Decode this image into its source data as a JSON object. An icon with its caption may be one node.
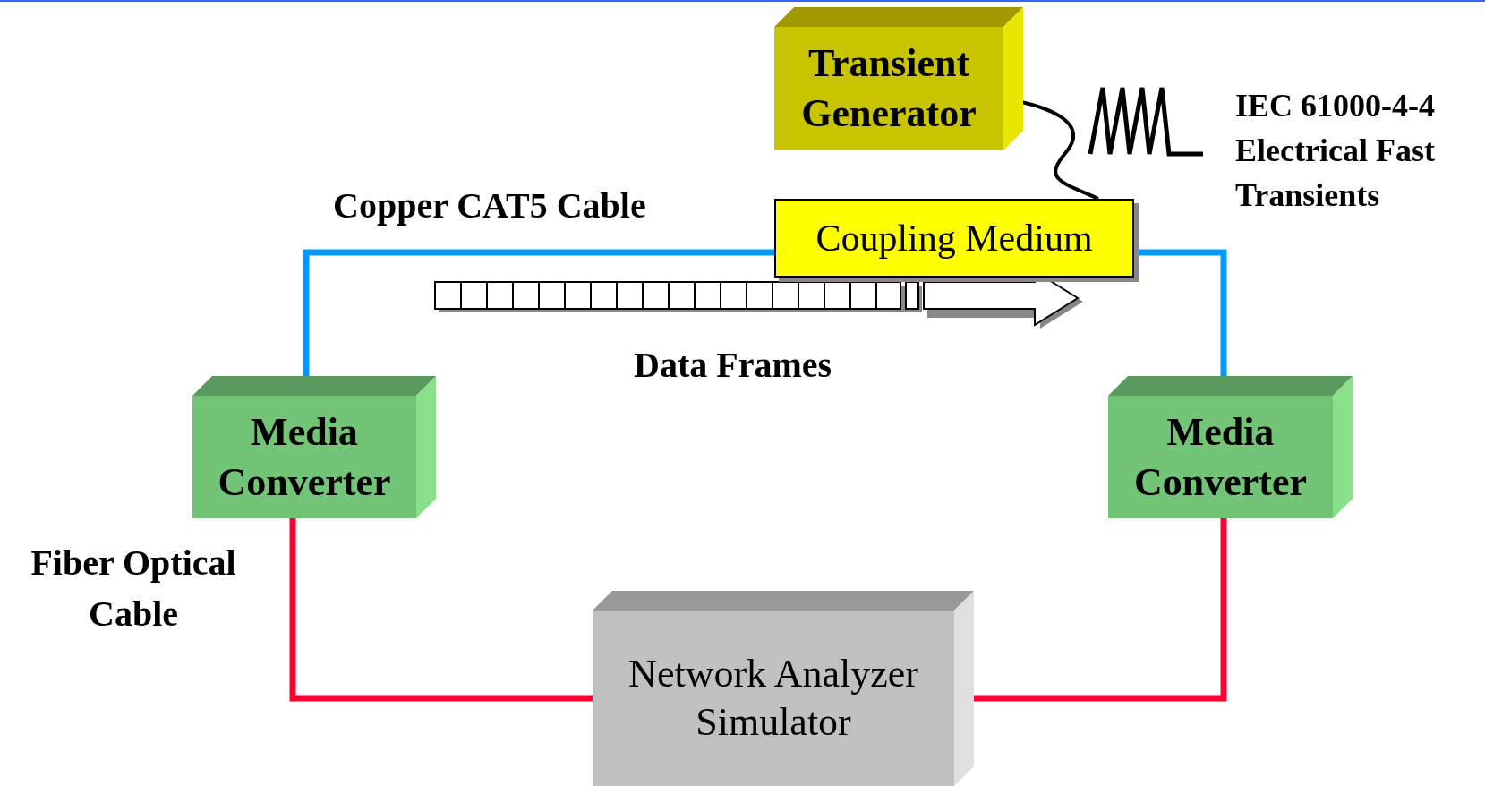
{
  "diagram": {
    "nodes": [
      {
        "text": [
          "Transient Generator"
        ]
      },
      {
        "text": [
          "Coupling Medium"
        ]
      },
      {
        "text": [
          "Media Converter"
        ]
      },
      {
        "text": [
          "Media Converter"
        ]
      },
      {
        "text": [
          "Network Analyzer Simulator"
        ]
      }
    ],
    "edges": [
      {
        "from": 0,
        "to": 1,
        "arrow": "none",
        "color": "#000000"
      },
      {
        "from": 2,
        "to": 1,
        "arrow": "none",
        "color": "#0099ff"
      },
      {
        "from": 1,
        "to": 3,
        "arrow": "none",
        "color": "#0099ff"
      },
      {
        "from": 2,
        "to": 4,
        "arrow": "none",
        "color": "#ff0033"
      },
      {
        "from": 4,
        "to": 3,
        "arrow": "none",
        "color": "#ff0033"
      }
    ],
    "labels": [
      "Copper CAT5 Cable",
      "Data Frames",
      "Fiber Optical Cable",
      "IEC 61000-4-4 Electrical Fast Transients"
    ]
  }
}
